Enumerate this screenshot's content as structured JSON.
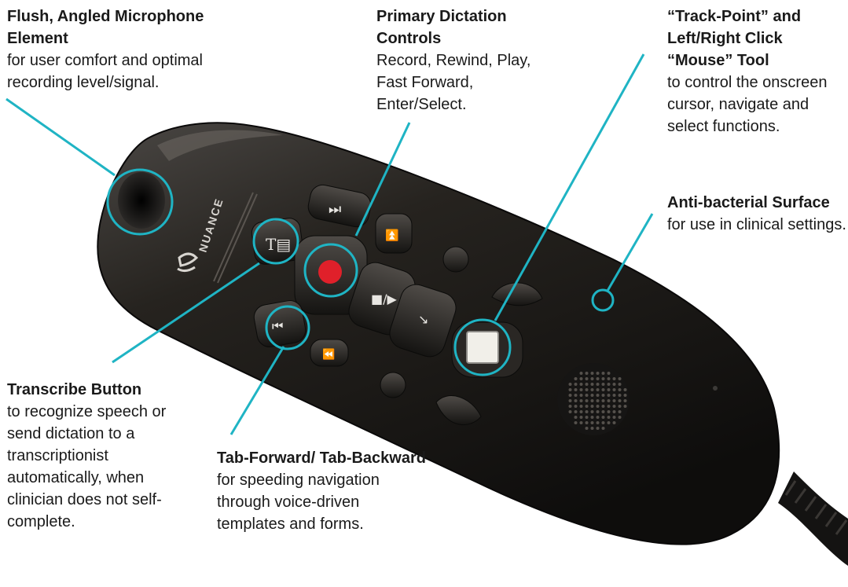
{
  "callouts": {
    "microphone": {
      "title": "Flush, Angled Microphone Element",
      "desc": "for user comfort and optimal recording level/signal."
    },
    "primary": {
      "title": "Primary Dictation Controls",
      "desc": "Record, Rewind, Play, Fast Forward, Enter/Select."
    },
    "trackpoint": {
      "title": "“Track-Point” and Left/Right Click “Mouse” Tool",
      "desc": "to control the onscreen cursor, navigate and select functions."
    },
    "antibacterial": {
      "title": "Anti-bacterial Surface",
      "desc": "for use in clinical settings."
    },
    "transcribe": {
      "title": "Transcribe Button",
      "desc": "to recognize speech or send dictation to a transcriptionist automatically, when clinician does not self-complete."
    },
    "tab": {
      "title": "Tab-Forward/ Tab-Backward",
      "desc": "for speeding navigation through voice-driven templates and forms."
    }
  },
  "device": {
    "brand": "NUANCE",
    "icons": [
      "microphone-icon",
      "record-icon",
      "play-stop-icon",
      "rewind-icon",
      "fast-forward-icon",
      "tab-forward-icon",
      "tab-backward-icon",
      "transcribe-icon",
      "trackpoint-icon",
      "speaker-grille-icon"
    ]
  },
  "colors": {
    "accent": "#1fb4c4",
    "device_body": "#1c1b1a",
    "record": "#e0202a"
  }
}
